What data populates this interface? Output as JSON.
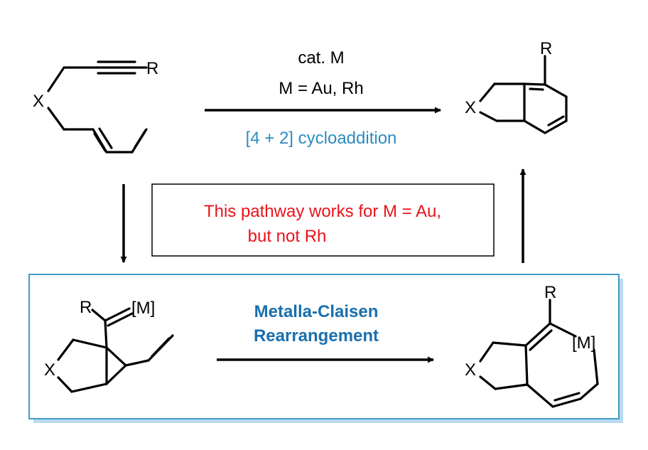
{
  "reaction": {
    "catalyst_line1": "cat. M",
    "catalyst_line2": "M = Au, Rh",
    "reaction_type": "[4 + 2] cycloaddition"
  },
  "note_box": {
    "line1": "This pathway works for M = Au,",
    "line2": "but not Rh"
  },
  "bottom_box": {
    "title_line1": "Metalla-Claisen",
    "title_line2": "Rearrangement"
  },
  "atoms": {
    "X": "X",
    "R": "R",
    "metal": "[M]"
  },
  "colors": {
    "blue_text": "#2e8bc0",
    "red_text": "#e8141b",
    "box_border": "#3d9cc9",
    "box_shadow": "#b9d9ee",
    "bold_blue": "#1a6fae"
  }
}
